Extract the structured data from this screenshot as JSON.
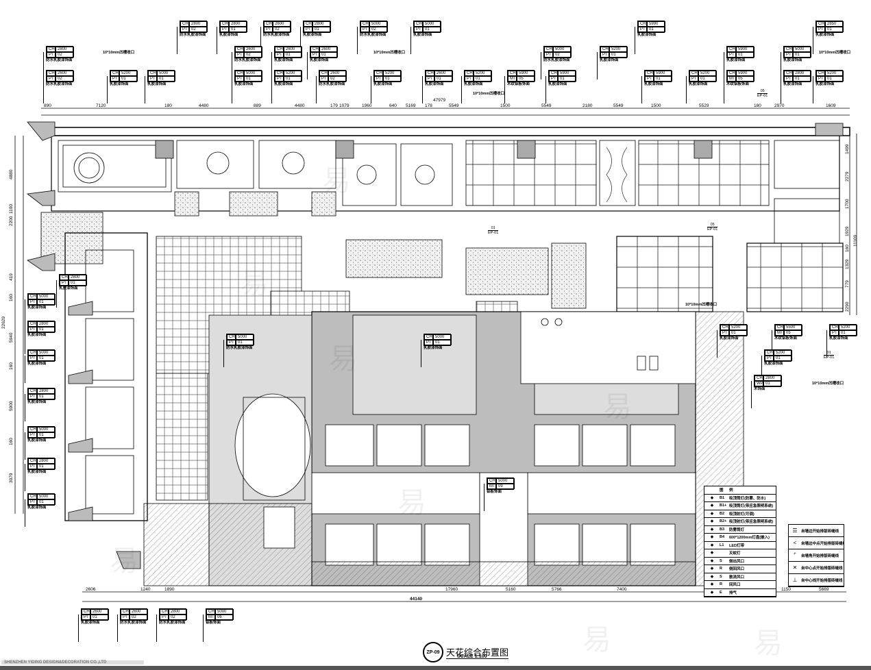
{
  "drawing": {
    "title": "天花综合布置图",
    "drawing_no": "ZP-09",
    "scale": "SCALE 1:100",
    "company": "SHENZHEN YIDING DESIGN&DECORATION CO.,LTD",
    "watermark": "易"
  },
  "tag_keys": {
    "ch": "CH"
  },
  "tags": [
    {
      "ch": "2800",
      "mk": "PT",
      "mv": "02",
      "label": "防水乳胶漆饰面"
    },
    {
      "ch": "2800",
      "mk": "PT",
      "mv": "01",
      "label": "乳胶漆饰面"
    },
    {
      "ch": "2600",
      "mk": "PT",
      "mv": "02",
      "label": "防水乳胶漆饰面"
    },
    {
      "ch": "2800",
      "mk": "PT",
      "mv": "01",
      "label": "乳胶漆饰面"
    },
    {
      "ch": "5000",
      "mk": "PT",
      "mv": "02",
      "label": "防水乳胶漆饰面"
    },
    {
      "ch": "5000",
      "mk": "PT",
      "mv": "01",
      "label": "乳胶漆饰面"
    },
    {
      "ch": "5990",
      "mk": "PT",
      "mv": "01",
      "label": "乳胶漆饰面"
    },
    {
      "ch": "2850",
      "mk": "PT",
      "mv": "01",
      "label": "乳胶漆饰面"
    },
    {
      "ch": "2800",
      "mk": "PT",
      "mv": "02",
      "label": "防水乳胶漆饰面"
    },
    {
      "ch": "2600",
      "mk": "PT",
      "mv": "02",
      "label": "防水乳胶漆饰面"
    },
    {
      "ch": "2600",
      "mk": "PT",
      "mv": "01",
      "label": "乳胶漆饰面"
    },
    {
      "ch": "2600",
      "mk": "PT",
      "mv": "01",
      "label": "乳胶漆饰面"
    },
    {
      "ch": "5000",
      "mk": "PT",
      "mv": "02",
      "label": "防水乳胶漆饰面"
    },
    {
      "ch": "5200",
      "mk": "PT",
      "mv": "01",
      "label": "乳胶漆饰面"
    },
    {
      "ch": "5900",
      "mk": "PT",
      "mv": "01",
      "label": "乳胶漆饰面"
    },
    {
      "ch": "5000",
      "mk": "PT",
      "mv": "01",
      "label": "乳胶漆饰面"
    },
    {
      "ch": "2600",
      "mk": "PT",
      "mv": "02",
      "label": "防水乳胶漆饰面"
    },
    {
      "ch": "5200",
      "mk": "PT",
      "mv": "01",
      "label": "乳胶漆饰面"
    },
    {
      "ch": "5000",
      "mk": "PT",
      "mv": "01",
      "label": "乳胶漆饰面"
    },
    {
      "ch": "5000",
      "mk": "PT",
      "mv": "01",
      "label": "乳胶漆饰面"
    },
    {
      "ch": "5200",
      "mk": "PT",
      "mv": "01",
      "label": "乳胶漆饰面"
    },
    {
      "ch": "2600",
      "mk": "PT",
      "mv": "02",
      "label": "防水乳胶漆饰面"
    },
    {
      "ch": "5200",
      "mk": "PT",
      "mv": "01",
      "label": "乳胶漆饰面"
    },
    {
      "ch": "2600",
      "mk": "PT",
      "mv": "01",
      "label": "乳胶漆饰面"
    },
    {
      "ch": "5200",
      "mk": "PT",
      "mv": "01",
      "label": "乳胶漆饰面"
    },
    {
      "ch": "5900",
      "mk": "MT",
      "mv": "05",
      "label": "木纹铝板饰面"
    },
    {
      "ch": "5900",
      "mk": "PT",
      "mv": "01",
      "label": "乳胶漆饰面"
    },
    {
      "ch": "5900",
      "mk": "PT",
      "mv": "01",
      "label": "乳胶漆饰面"
    },
    {
      "ch": "5200",
      "mk": "PT",
      "mv": "01",
      "label": "乳胶漆饰面"
    },
    {
      "ch": "5900",
      "mk": "MT",
      "mv": "05",
      "label": "木纹铝板饰面"
    },
    {
      "ch": "2800",
      "mk": "PT",
      "mv": "01",
      "label": "乳胶漆饰面"
    },
    {
      "ch": "5200",
      "mk": "PT",
      "mv": "01",
      "label": "乳胶漆饰面"
    },
    {
      "ch": "2800",
      "mk": "PT",
      "mv": "01",
      "label": "乳胶漆饰面"
    },
    {
      "ch": "5000",
      "mk": "PT",
      "mv": "01",
      "label": "乳胶漆饰面"
    },
    {
      "ch": "2800",
      "mk": "PT",
      "mv": "01",
      "label": "乳胶漆饰面"
    },
    {
      "ch": "5000",
      "mk": "PT",
      "mv": "01",
      "label": "乳胶漆饰面"
    },
    {
      "ch": "2800",
      "mk": "PT",
      "mv": "01",
      "label": "乳胶漆饰面"
    },
    {
      "ch": "5000",
      "mk": "PT",
      "mv": "01",
      "label": "乳胶漆饰面"
    },
    {
      "ch": "2800",
      "mk": "PT",
      "mv": "01",
      "label": "乳胶漆饰面"
    },
    {
      "ch": "5000",
      "mk": "PT",
      "mv": "01",
      "label": "乳胶漆饰面"
    },
    {
      "ch": "2600",
      "mk": "PT",
      "mv": "01",
      "label": "乳胶漆饰面"
    },
    {
      "ch": "2600",
      "mk": "PT",
      "mv": "02",
      "label": "防水乳胶漆饰面"
    },
    {
      "ch": "2800",
      "mk": "PT",
      "mv": "02",
      "label": "防水乳胶漆饰面"
    },
    {
      "ch": "5000",
      "mk": "MT",
      "mv": "06",
      "label": "铝板饰面"
    },
    {
      "ch": "5000",
      "mk": "PT",
      "mv": "01",
      "label": "乳胶漆饰面"
    },
    {
      "ch": "5000",
      "mk": "PT",
      "mv": "01",
      "label": "防水乳胶漆饰面"
    },
    {
      "ch": "5000",
      "mk": "MT",
      "mv": "09",
      "label": "铝板饰面"
    },
    {
      "ch": "5200",
      "mk": "PT",
      "mv": "01",
      "label": "乳胶漆饰面"
    },
    {
      "ch": "5500",
      "mk": "MT",
      "mv": "05",
      "label": "木纹铝板饰面"
    },
    {
      "ch": "5200",
      "mk": "PT",
      "mv": "01",
      "label": "乳胶漆饰面"
    },
    {
      "ch": "5200",
      "mk": "PT",
      "mv": "01",
      "label": "乳胶漆饰面"
    },
    {
      "ch": "2800",
      "mk": "WP",
      "mv": "01",
      "label": "木饰面"
    }
  ],
  "notes": [
    "10*10mm凹槽收口",
    "10*10mm凹槽收口",
    "10*10mm凹槽收口",
    "10*10mm凹槽收口",
    "10*10mm凹槽收口",
    "10*10mm凹槽收口"
  ],
  "section_marks": [
    {
      "num": "05",
      "sheet": "EP-01"
    },
    {
      "num": "01",
      "sheet": "EP-01"
    },
    {
      "num": "05",
      "sheet": "EP-01"
    },
    {
      "num": "01",
      "sheet": "EP-01"
    }
  ],
  "dims_top": [
    "890",
    "7120",
    "180",
    "4480",
    "889",
    "4480",
    "179",
    "1079",
    "1960",
    "640",
    "5169",
    "178",
    "5549",
    "1500",
    "5549",
    "2180",
    "5549",
    "1500",
    "5529",
    "180",
    "2970",
    "1609"
  ],
  "dim_top_total": "47979",
  "dims_bottom": [
    "2606",
    "1240",
    "1890",
    "17960",
    "5160",
    "5766",
    "7400",
    "1150",
    "5669"
  ],
  "dim_bottom_total": "44140",
  "dims_left": [
    "4880",
    "2200",
    "1100",
    "419",
    "160",
    "5940",
    "160",
    "5900",
    "160",
    "3079"
  ],
  "dim_left_total": "22629",
  "dims_right": [
    "1499",
    "2279",
    "1700",
    "1929",
    "160",
    "1329",
    "779",
    "2290"
  ],
  "dim_right_total": "11109",
  "legend": {
    "header": [
      "图",
      "例"
    ],
    "rows": [
      {
        "sym": "B1",
        "desc": "吸顶筒灯(防雾、防水)"
      },
      {
        "sym": "B1+",
        "desc": "吸顶筒灯(带应急照明系统)"
      },
      {
        "sym": "B2",
        "desc": "吸顶射灯(可调)"
      },
      {
        "sym": "B2+",
        "desc": "吸顶射灯(带应急照明系统)"
      },
      {
        "sym": "B3",
        "desc": "防雾筒灯"
      },
      {
        "sym": "B4",
        "desc": "600*1200mm灯盘(嵌入)"
      },
      {
        "sym": "L1",
        "desc": "LED灯带"
      },
      {
        "sym": "",
        "desc": "灭蚊灯"
      },
      {
        "sym": "S",
        "desc": "侧出风口"
      },
      {
        "sym": "R",
        "desc": "侧回风口"
      },
      {
        "sym": "S",
        "desc": "散流风口"
      },
      {
        "sym": "R",
        "desc": "回风口"
      },
      {
        "sym": "E",
        "desc": "排气"
      }
    ]
  },
  "legend2": [
    {
      "sym": "☰",
      "desc": "自墙边开始排版砖缝线"
    },
    {
      "sym": "<",
      "desc": "自墙边中点开始排版砖缝线"
    },
    {
      "sym": "⌜",
      "desc": "自墙角开始排版砖缝线"
    },
    {
      "sym": "✕",
      "desc": "自中心点开始排版砖缝线"
    },
    {
      "sym": "⊥",
      "desc": "自中心线开始排版砖缝线"
    }
  ]
}
